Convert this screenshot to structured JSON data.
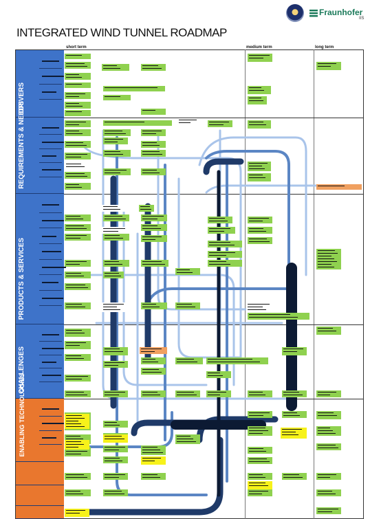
{
  "title": "INTEGRATED WIND TUNNEL ROADMAP",
  "logo": {
    "name": "Fraunhofer",
    "suffix": "IIS",
    "seal_icon": "university-seal-icon",
    "mark_icon": "fraunhofer-mark-icon"
  },
  "columns": [
    {
      "label": "short term"
    },
    {
      "label": "medium term"
    },
    {
      "label": "long term"
    }
  ],
  "categories": [
    {
      "label": "DRIVERS",
      "color": "#3e73c9"
    },
    {
      "label": "REQUIREMENTS & NEEDS",
      "color": "#3e73c9"
    },
    {
      "label": "PRODUCTS & SERVICES",
      "color": "#3e73c9"
    },
    {
      "label": "CHALLENGES",
      "color": "#3e73c9"
    },
    {
      "label": "ENABLING TECHNOLOGIES",
      "color": "#e9772e"
    },
    {
      "label": "",
      "color": "#e9772e"
    },
    {
      "label": "",
      "color": "#e9772e"
    },
    {
      "label": "",
      "color": "#e9772e"
    }
  ],
  "colors": {
    "green_box": "#8fd14f",
    "yellow_box": "#f7f21a",
    "orange_box": "#f0a060",
    "path_light": "#a9c4ea",
    "path_mid": "#5b86c4",
    "path_dark": "#1f3a68",
    "path_black": "#0c1a33"
  }
}
